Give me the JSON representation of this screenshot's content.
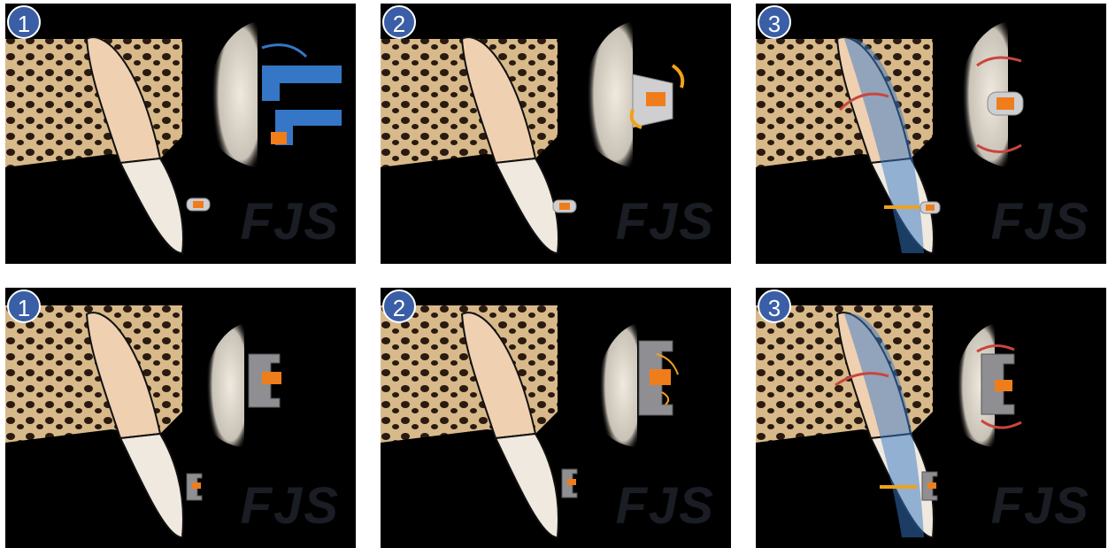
{
  "panels": [
    {
      "step": "1",
      "watermark": "FJS",
      "appliance": "clip-bracket",
      "tool": "blue-pliers"
    },
    {
      "step": "2",
      "watermark": "FJS",
      "appliance": "clip-bracket",
      "tool": "orange-arrows"
    },
    {
      "step": "3",
      "watermark": "FJS",
      "appliance": "clip-bracket",
      "tool": "red-rotation"
    },
    {
      "step": "1",
      "watermark": "FJS",
      "appliance": "twin-bracket",
      "tool": "none"
    },
    {
      "step": "2",
      "watermark": "FJS",
      "appliance": "twin-bracket",
      "tool": "orange-arrows"
    },
    {
      "step": "3",
      "watermark": "FJS",
      "appliance": "twin-bracket",
      "tool": "red-rotation"
    }
  ],
  "colors": {
    "bone": "#d8b98a",
    "tooth_crown": "#efe9df",
    "tooth_root": "#efd0b0",
    "bracket": "#8f8f93",
    "slot": "#f07d1b",
    "pliers": "#3577c6",
    "arrow_orange": "#f0a21b",
    "arrow_red": "#c9453e",
    "badge": "#3a5fa6"
  }
}
